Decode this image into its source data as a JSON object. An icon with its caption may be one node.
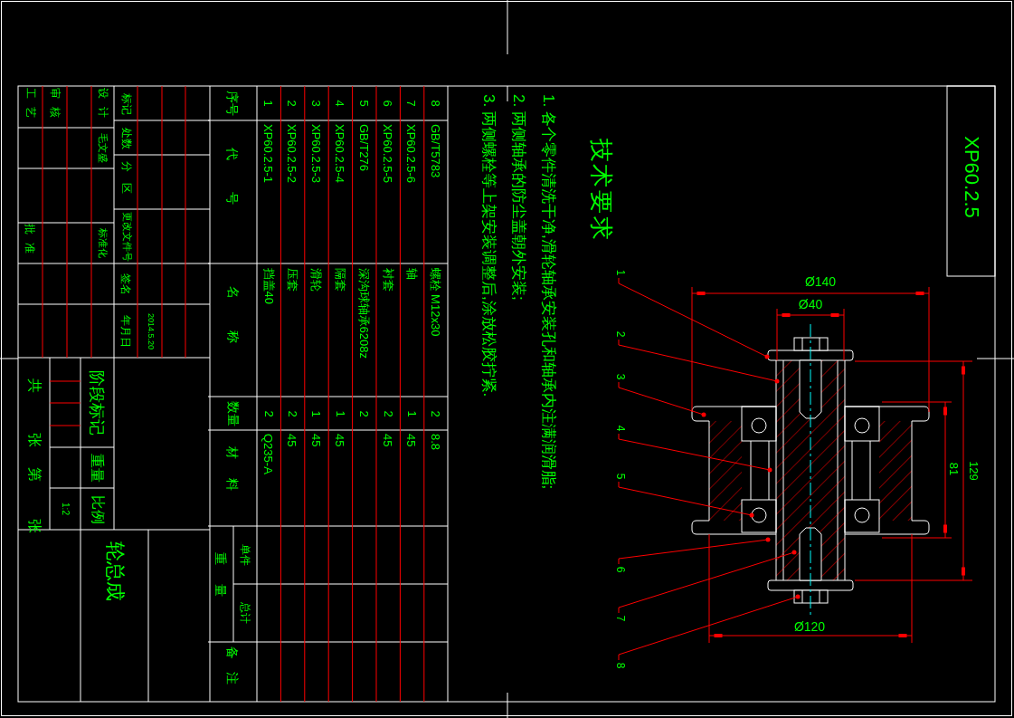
{
  "diagram": {
    "nodes": [
      {
        "text": [
          "1"
        ]
      },
      {
        "text": [
          "2"
        ]
      },
      {
        "text": [
          "3"
        ]
      },
      {
        "text": [
          "4"
        ]
      },
      {
        "text": [
          "5"
        ]
      },
      {
        "text": [
          "6"
        ]
      },
      {
        "text": [
          "7"
        ]
      },
      {
        "text": [
          "8"
        ]
      }
    ],
    "edges": [
      {
        "from": 0,
        "to": null,
        "arrow": "other"
      },
      {
        "from": 1,
        "to": null,
        "arrow": "other"
      },
      {
        "from": 2,
        "to": null,
        "arrow": "other"
      },
      {
        "from": 3,
        "to": null,
        "arrow": "other"
      },
      {
        "from": 4,
        "to": null,
        "arrow": "other"
      },
      {
        "from": 5,
        "to": null,
        "arrow": "other"
      },
      {
        "from": 6,
        "to": null,
        "arrow": "other"
      },
      {
        "from": 7,
        "to": null,
        "arrow": "other"
      }
    ],
    "labels": [
      "XP60.2.5",
      "技术要求",
      "1. 各个零件清洗干净,滑轮轴承安装孔和轴承内注满润滑脂;",
      "2. 两侧轴承的防尘盖朝外安装;",
      "3. 两侧螺栓等上架安装调整后,涂放松胶拧紧.",
      "Ø140",
      "Ø40",
      "Ø120",
      "81",
      "129",
      "序号",
      "代号",
      "名称",
      "数量",
      "材料",
      "重量",
      "单件",
      "总计",
      "备注",
      "1",
      "XP60.2.5-1",
      "挡盖40",
      "2",
      "Q235-A",
      "2",
      "XP60.2.5-2",
      "压套",
      "2",
      "45",
      "3",
      "XP60.2.5-3",
      "滑轮",
      "1",
      "45",
      "4",
      "XP60.2.5-4",
      "隔套",
      "1",
      "45",
      "5",
      "GB/T276",
      "深沟球轴承6208z",
      "2",
      "6",
      "XP60.2.5-5",
      "衬套",
      "2",
      "45",
      "7",
      "XP60.2.5-6",
      "轴",
      "1",
      "45",
      "8",
      "GB/T5783",
      "螺栓 M12x30",
      "2",
      "8.8",
      "标记",
      "处数",
      "分区",
      "更改文件号",
      "签名",
      "年月日",
      "2014.5.20",
      "设计",
      "毛文盛",
      "标准化",
      "审核",
      "工艺",
      "批准",
      "阶段标记",
      "重量",
      "比例",
      "1:2",
      "共",
      "张",
      "第",
      "张",
      "轮总成"
    ]
  }
}
